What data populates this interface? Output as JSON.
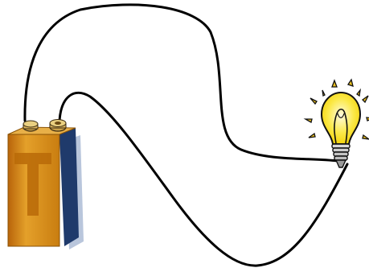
{
  "diagram": {
    "components": [
      {
        "name": "battery",
        "icon": "battery-9v-icon"
      },
      {
        "name": "light-bulb",
        "icon": "lightbulb-icon",
        "state": "lit"
      }
    ],
    "wires": [
      {
        "from": "battery-negative-terminal",
        "to": "light-bulb"
      },
      {
        "from": "battery-positive-terminal",
        "to": "light-bulb"
      }
    ]
  },
  "colors": {
    "wire": "#000000",
    "battery_body": "#d98b12",
    "battery_side": "#1f3a6b",
    "battery_shadow": "#b9c6dc",
    "bulb_glow": "#f7e21a",
    "rays": "#ecc11e"
  }
}
